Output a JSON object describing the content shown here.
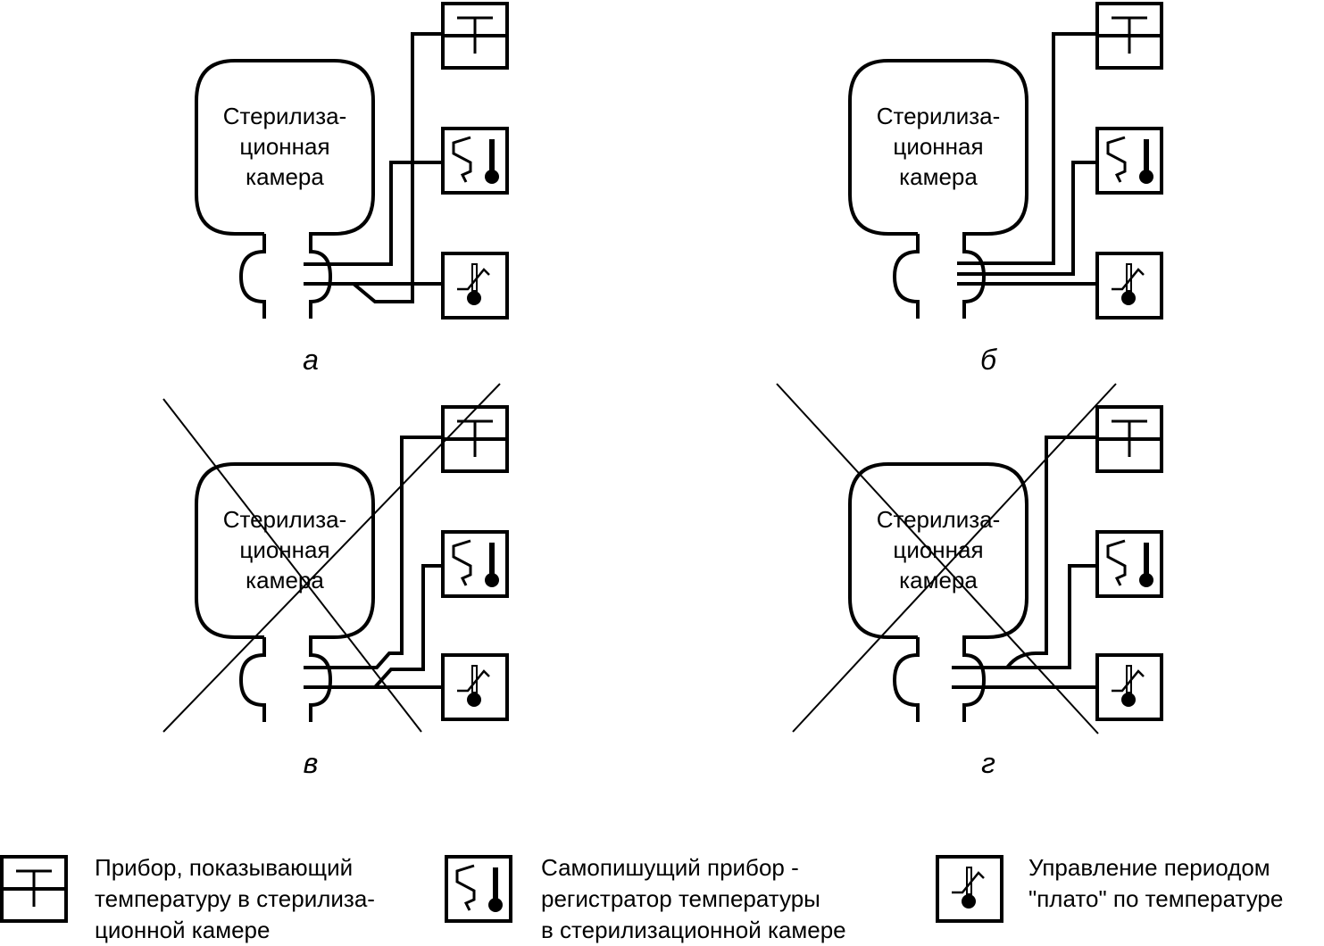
{
  "chamber_label_lines": [
    "Стерилиза-",
    "ционная",
    "камера"
  ],
  "panels": [
    {
      "id": "a",
      "label": "а",
      "crossed": false
    },
    {
      "id": "b",
      "label": "б",
      "crossed": false
    },
    {
      "id": "v",
      "label": "в",
      "crossed": true
    },
    {
      "id": "g",
      "label": "г",
      "crossed": true
    }
  ],
  "instruments": [
    {
      "icon": "indicator-icon",
      "name": "temperature-indicator"
    },
    {
      "icon": "recorder-icon",
      "name": "temperature-recorder"
    },
    {
      "icon": "plateau-control-icon",
      "name": "plateau-control"
    }
  ],
  "legend": [
    {
      "icon": "indicator-icon",
      "lines": [
        "Прибор, показывающий",
        "температуру в стерилиза-",
        "ционной камере"
      ]
    },
    {
      "icon": "recorder-icon",
      "lines": [
        "Самопишущий прибор -",
        "регистратор температуры",
        "в стерилизационной камере"
      ]
    },
    {
      "icon": "plateau-control-icon",
      "lines": [
        "Управление периодом",
        "\"плато\" по температуре"
      ]
    }
  ]
}
